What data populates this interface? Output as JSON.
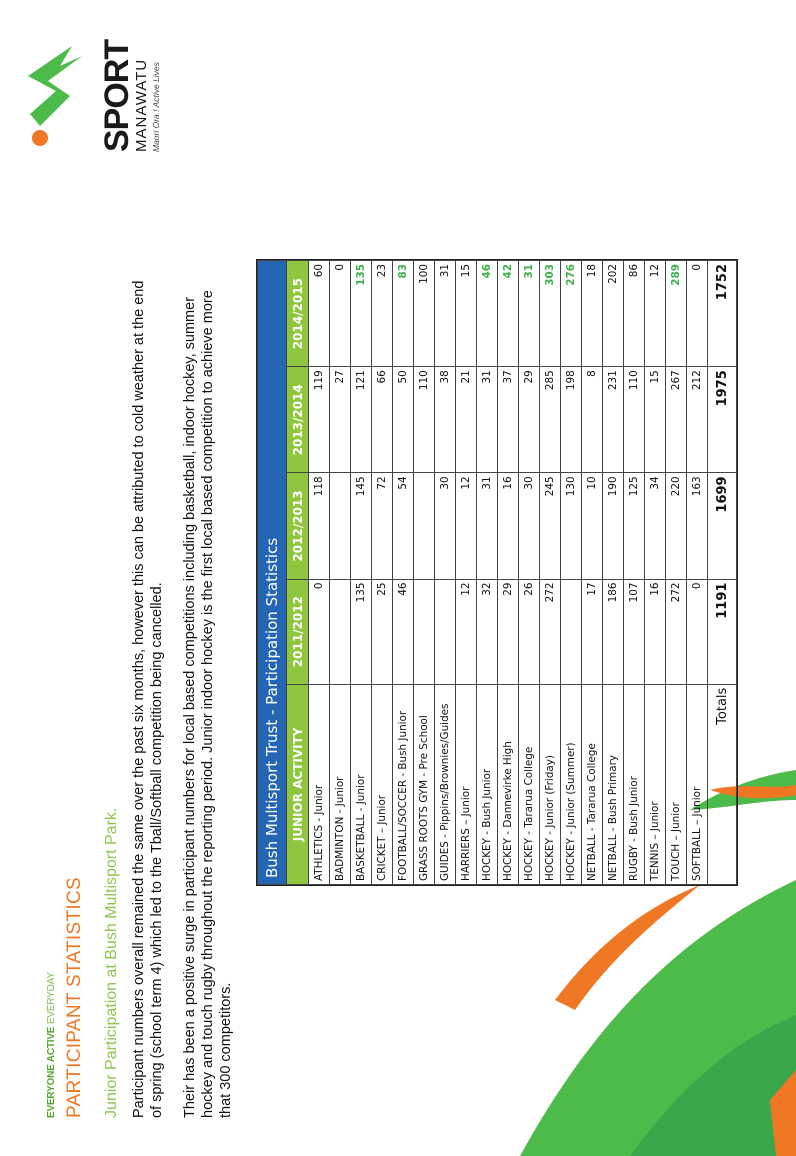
{
  "brand": {
    "tagline_bold": "EVERYONE ACTIVE",
    "tagline_light": " EVERYDAY",
    "logo_sport": "SPORT",
    "logo_region": "MANAWATU",
    "logo_tag": "Maori Ora ! Active Lives"
  },
  "heading": "PARTICIPANT STATISTICS",
  "subheading": "Junior Participation at Bush Multisport Park.",
  "paragraph1": "Participant numbers overall remained the same over the past six months, however this can be attributed to cold weather at the end of spring (school term 4) which led to the Tball/Softball competition being cancelled.",
  "paragraph2": "Their has been a positive surge in participant numbers for local based competitions including basketball, indoor hockey, summer hockey and touch rugby throughout the reporting period. Junior indoor hockey is the first local based competition to achieve more that 300 competitors.",
  "table": {
    "title": "Bush Multisport Trust - Participation Statistics",
    "columns": [
      "JUNIOR ACTIVITY",
      "2011/2012",
      "2012/2013",
      "2013/2014",
      "2014/2015"
    ],
    "rows": [
      {
        "activity": "ATHLETICS - Junior",
        "v1": "0",
        "v2": "118",
        "v3": "119",
        "v4": "60",
        "hl": false
      },
      {
        "activity": "BADMINTON - Junior",
        "v1": "",
        "v2": "",
        "v3": "27",
        "v4": "0",
        "hl": false
      },
      {
        "activity": "BASKETBALL - Junior",
        "v1": "135",
        "v2": "145",
        "v3": "121",
        "v4": "135",
        "hl": true
      },
      {
        "activity": "CRICKET – Junior",
        "v1": "25",
        "v2": "72",
        "v3": "66",
        "v4": "23",
        "hl": false
      },
      {
        "activity": "FOOTBALL/SOCCER - Bush Junior",
        "v1": "46",
        "v2": "54",
        "v3": "50",
        "v4": "83",
        "hl": true
      },
      {
        "activity": "GRASS ROOTS GYM - Pre School",
        "v1": "",
        "v2": "",
        "v3": "110",
        "v4": "100",
        "hl": false
      },
      {
        "activity": "GUIDES - Pippins/Brownies/Guides",
        "v1": "",
        "v2": "30",
        "v3": "38",
        "v4": "31",
        "hl": false
      },
      {
        "activity": "HARRIERS – Junior",
        "v1": "12",
        "v2": "12",
        "v3": "21",
        "v4": "15",
        "hl": false
      },
      {
        "activity": "HOCKEY - Bush Junior",
        "v1": "32",
        "v2": "31",
        "v3": "31",
        "v4": "46",
        "hl": true
      },
      {
        "activity": "HOCKEY - Dannevirke High",
        "v1": "29",
        "v2": "16",
        "v3": "37",
        "v4": "42",
        "hl": true
      },
      {
        "activity": "HOCKEY - Tararua College",
        "v1": "26",
        "v2": "30",
        "v3": "29",
        "v4": "31",
        "hl": true
      },
      {
        "activity": "HOCKEY - Junior (Friday)",
        "v1": "272",
        "v2": "245",
        "v3": "285",
        "v4": "303",
        "hl": true
      },
      {
        "activity": "HOCKEY - Junior (Summer)",
        "v1": "",
        "v2": "130",
        "v3": "198",
        "v4": "276",
        "hl": true
      },
      {
        "activity": "NETBALL - Tararua College",
        "v1": "17",
        "v2": "10",
        "v3": "8",
        "v4": "18",
        "hl": false
      },
      {
        "activity": "NETBALL - Bush Primary",
        "v1": "186",
        "v2": "190",
        "v3": "231",
        "v4": "202",
        "hl": false
      },
      {
        "activity": "RUGBY - Bush Junior",
        "v1": "107",
        "v2": "125",
        "v3": "110",
        "v4": "86",
        "hl": false
      },
      {
        "activity": "TENNIS – Junior",
        "v1": "16",
        "v2": "34",
        "v3": "15",
        "v4": "12",
        "hl": false
      },
      {
        "activity": "TOUCH – Junior",
        "v1": "272",
        "v2": "220",
        "v3": "267",
        "v4": "289",
        "hl": true
      },
      {
        "activity": "SOFTBALL – Junior",
        "v1": "0",
        "v2": "163",
        "v3": "212",
        "v4": "0",
        "hl": false
      }
    ],
    "totals_label": "Totals",
    "totals": [
      "1191",
      "1699",
      "1975",
      "1752"
    ]
  },
  "colors": {
    "accent_green": "#8ec63f",
    "accent_orange": "#f07824",
    "header_blue": "#2566b4",
    "highlight_green": "#3cb14a"
  }
}
